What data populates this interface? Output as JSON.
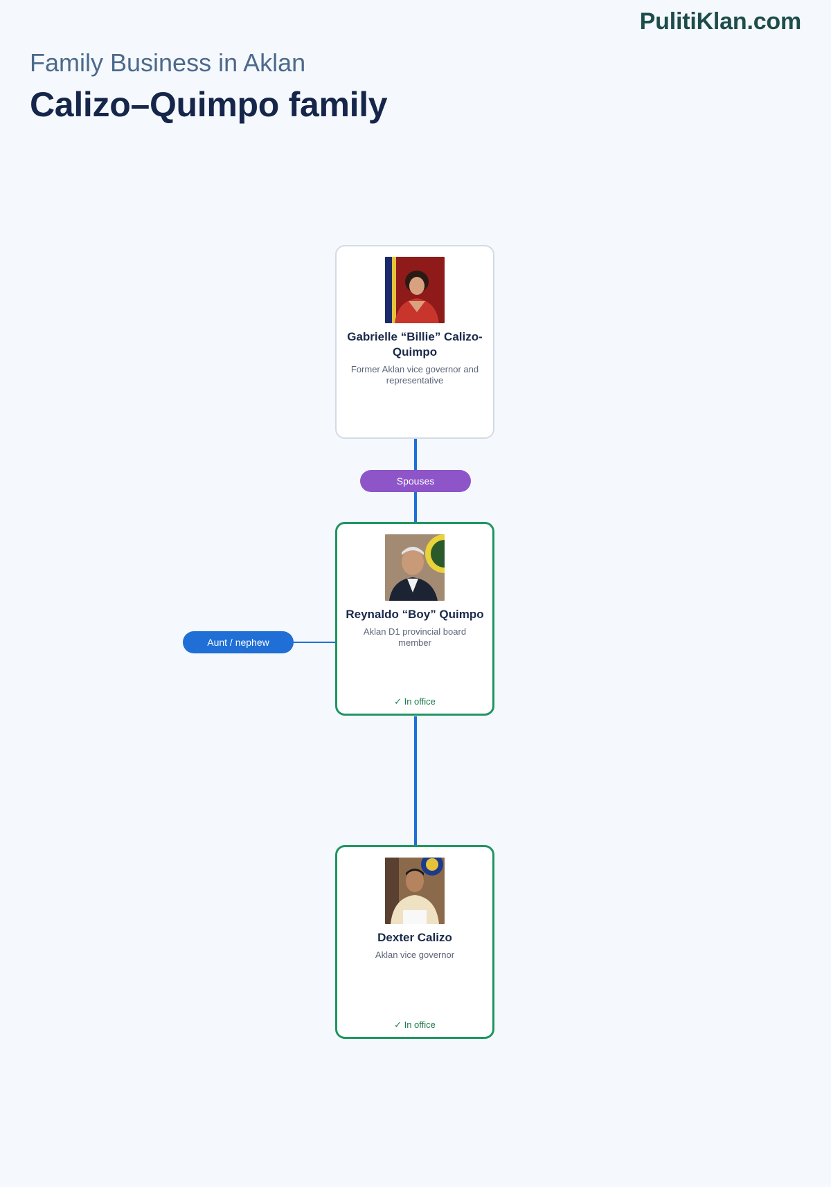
{
  "header": {
    "brand": "PulitiKlan.com",
    "subtitle": "Family Business in Aklan",
    "title": "Calizo–Quimpo family"
  },
  "colors": {
    "connector": "#1f6fd6",
    "spouses_badge": "#8e55c9",
    "aunt_nephew_badge": "#1f6fd6",
    "in_office_border": "#1e9560",
    "former_border": "#d2dbe6"
  },
  "people": [
    {
      "name": "Gabrielle “Billie” Calizo-Quimpo",
      "role": "Former Aklan vice governor and representative",
      "status": ""
    },
    {
      "name": "Reynaldo “Boy” Quimpo",
      "role": "Aklan D1 provincial board member",
      "status": "✓ In office"
    },
    {
      "name": "Dexter Calizo",
      "role": "Aklan vice governor",
      "status": "✓ In office"
    }
  ],
  "relations": {
    "spouses": "Spouses",
    "aunt_nephew": "Aunt / nephew"
  }
}
